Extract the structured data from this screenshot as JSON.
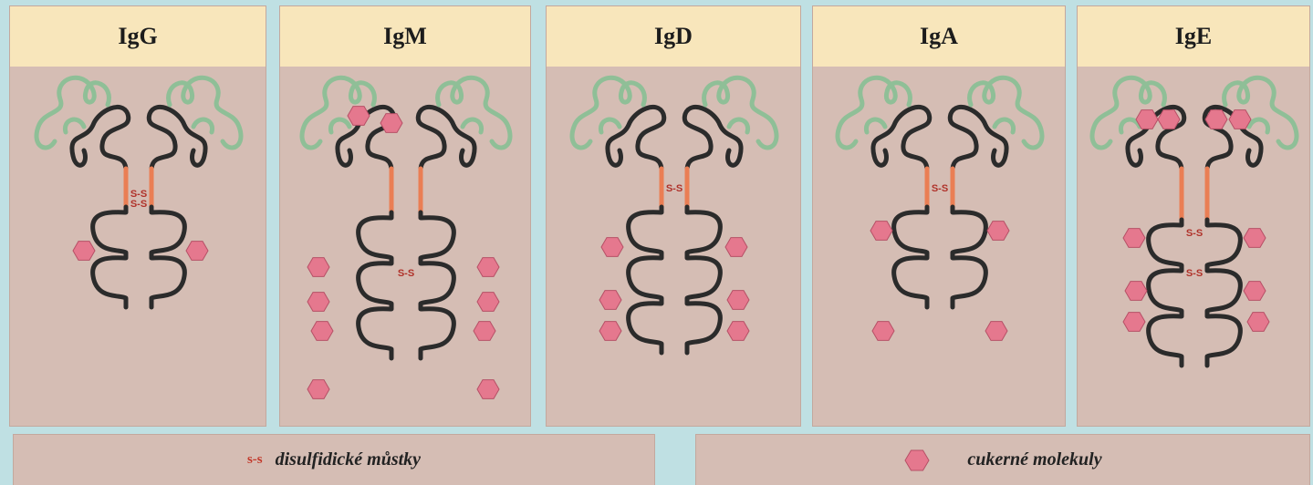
{
  "panels": [
    {
      "name": "IgG"
    },
    {
      "name": "IgM"
    },
    {
      "name": "IgD"
    },
    {
      "name": "IgA"
    },
    {
      "name": "IgE"
    }
  ],
  "legend": {
    "disulfide_symbol": "s-s",
    "disulfide_label": "disulfidické můstky",
    "sugar_label": "cukerné molekuly"
  },
  "diagram_labels": {
    "ss": "S-S"
  },
  "colors": {
    "background": "#bfe0e3",
    "panel": "#d5bdb4",
    "header": "#f8e6bb",
    "variable_domain": "#8fbf97",
    "constant_domain": "#2b2b2b",
    "hinge": "#ea7e54",
    "sugar": "#e5788e"
  }
}
